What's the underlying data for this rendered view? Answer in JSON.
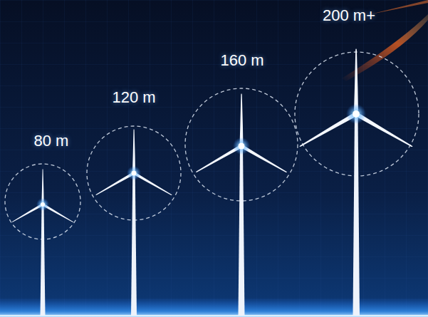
{
  "diagram": {
    "labels": [
      "80 m",
      "120 m",
      "160 m",
      "200 m+"
    ]
  }
}
